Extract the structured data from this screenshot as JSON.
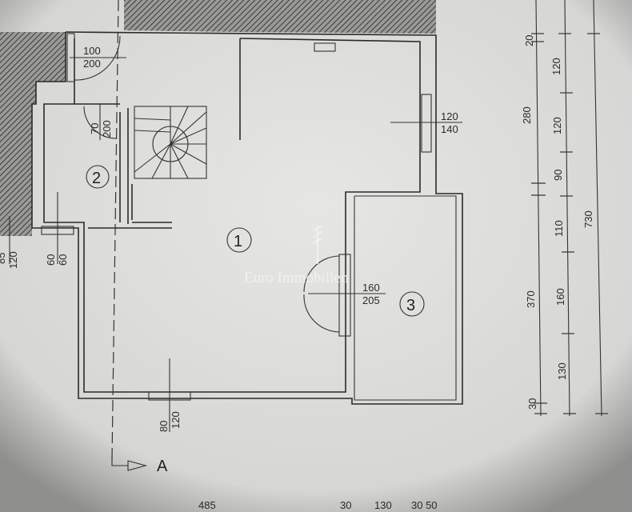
{
  "rooms": [
    "1",
    "2",
    "3"
  ],
  "openings": {
    "entry_door": [
      "100",
      "200"
    ],
    "room2_door": [
      "70",
      "200"
    ],
    "window_right_top": [
      "120",
      "140"
    ],
    "door_room3": [
      "160",
      "205"
    ],
    "window_bottom": [
      "80",
      "120"
    ],
    "window_room2": [
      "60",
      "60"
    ],
    "window_left": [
      "85",
      "120"
    ]
  },
  "right_dimensions": {
    "inner": [
      "20",
      "280",
      "370",
      "30"
    ],
    "middle": [
      "120",
      "120",
      "90",
      "110",
      "160",
      "130"
    ],
    "total": "730"
  },
  "bottom_dimensions": [
    "485",
    "30",
    "130",
    "30 50"
  ],
  "section_marker": "A",
  "watermark": "Euro Immobilien"
}
